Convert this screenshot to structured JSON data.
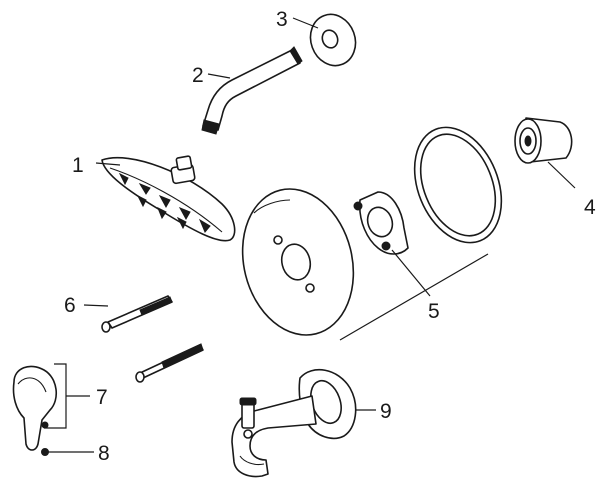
{
  "callouts": [
    {
      "id": "1",
      "label": "1"
    },
    {
      "id": "2",
      "label": "2"
    },
    {
      "id": "3",
      "label": "3"
    },
    {
      "id": "4",
      "label": "4"
    },
    {
      "id": "5",
      "label": "5"
    },
    {
      "id": "6",
      "label": "6"
    },
    {
      "id": "7",
      "label": "7"
    },
    {
      "id": "8",
      "label": "8"
    },
    {
      "id": "9",
      "label": "9"
    }
  ],
  "parts": [
    {
      "callout": "1",
      "icon": "shower-head-icon"
    },
    {
      "callout": "2",
      "icon": "shower-arm-icon"
    },
    {
      "callout": "3",
      "icon": "flange-icon"
    },
    {
      "callout": "4",
      "icon": "cartridge-sleeve-icon"
    },
    {
      "callout": "5",
      "icon": "gasket-and-seal-icon"
    },
    {
      "callout": "6",
      "icon": "screw-icon"
    },
    {
      "callout": "7",
      "icon": "handle-icon"
    },
    {
      "callout": "8",
      "icon": "set-screw-icon"
    },
    {
      "callout": "9",
      "icon": "tub-spout-icon"
    }
  ]
}
